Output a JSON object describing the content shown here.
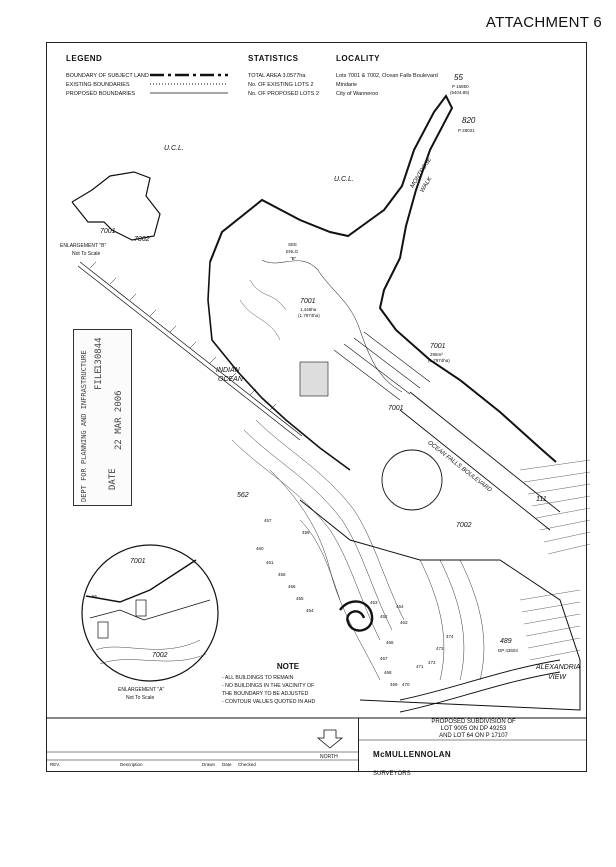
{
  "header": {
    "attachment": "ATTACHMENT 6"
  },
  "legend": {
    "title": "LEGEND",
    "items": [
      {
        "label": "BOUNDARY OF SUBJECT LAND",
        "style": "heavy-dash"
      },
      {
        "label": "EXISTING BOUNDARIES",
        "style": "dotted"
      },
      {
        "label": "PROPOSED BOUNDARIES",
        "style": "solid-thin"
      }
    ]
  },
  "statistics": {
    "title": "STATISTICS",
    "rows": [
      "TOTAL AREA 3.0577ha",
      "No. OF EXISTING LOTS 2",
      "No. OF PROPOSED LOTS 2"
    ]
  },
  "locality": {
    "title": "LOCALITY",
    "rows": [
      "Lots 7001 & 7002, Ocean Falls Boulevard",
      "Mindarie",
      "City of Wanneroo"
    ]
  },
  "map_labels": {
    "lot_55": "55",
    "p16850": "P 16850",
    "p16850_sub": "(5404.85)",
    "lot_820": "820",
    "p28031": "P 28031",
    "ucl_1": "U.C.L.",
    "ucl_2": "U.C.L.",
    "montrose": "MONTROSE",
    "walk": "WALK",
    "enlargement_b": "ENLARGEMENT \"B\"",
    "not_to_scale_b": "Not To Scale",
    "see_enlg": "SEE",
    "see_enlg2": "ENLG",
    "see_enlg3": "\"B\"",
    "lot_7001_a": "7001",
    "lot_7002_a": "7002",
    "lot_7001_main": "7001",
    "area_main": "1.446ha",
    "area_main2": "(1.7974ha)",
    "lot_7001_b": "7001",
    "area_b": "295m²",
    "area_b2": "(1.7974ha)",
    "lot_7001_c": "7001",
    "indian": "INDIAN",
    "ocean": "OCEAN",
    "ocean_falls": "OCEAN FALLS BOULEVARD",
    "lot_7002_main": "7002",
    "lot_111": "111",
    "lot_562": "562",
    "lot_489": "489",
    "dp43604": "DP 43604",
    "alexandria": "ALEXANDRIA",
    "view": "VIEW",
    "enlargement_a": "ENLARGEMENT \"A\"",
    "not_to_scale_a": "Not To Scale",
    "enl_7001": "7001",
    "enl_7002": "7002",
    "enl_55": "55",
    "lot_nums": [
      "457",
      "459",
      "460",
      "461",
      "458",
      "456",
      "455",
      "454",
      "453",
      "452",
      "464",
      "463",
      "466",
      "467",
      "468",
      "469",
      "470",
      "471",
      "472",
      "473",
      "474"
    ]
  },
  "stamp": {
    "line1": "DEPT FOR PLANNING AND INFRASTRUCTURE",
    "line2": "FILE",
    "line3": "130844",
    "line4": "DATE",
    "line5": "22 MAR 2006"
  },
  "note": {
    "title": "NOTE",
    "items": [
      "- ALL BUILDINGS TO REMAIN",
      "- NO BUILDINGS IN THE VACINITY OF",
      "  THE BOUNDARY TO BE ADJUSTED",
      "- CONTOUR VALUES QUOTED IN AHD"
    ]
  },
  "title_block": {
    "line1": "PROPOSED SUBDIVISION OF",
    "line2": "LOT 9005 ON DP 49253",
    "line3": "AND LOT 64 ON P 17107",
    "firm": "McMULLENNOLAN",
    "firm_sub": "SURVEYORS",
    "north": "NORTH"
  },
  "revision": {
    "rev_label": "REV.",
    "description_label": "Description",
    "drawn_label": "Drawn",
    "date_label": "Date",
    "checked_label": "Checked"
  }
}
